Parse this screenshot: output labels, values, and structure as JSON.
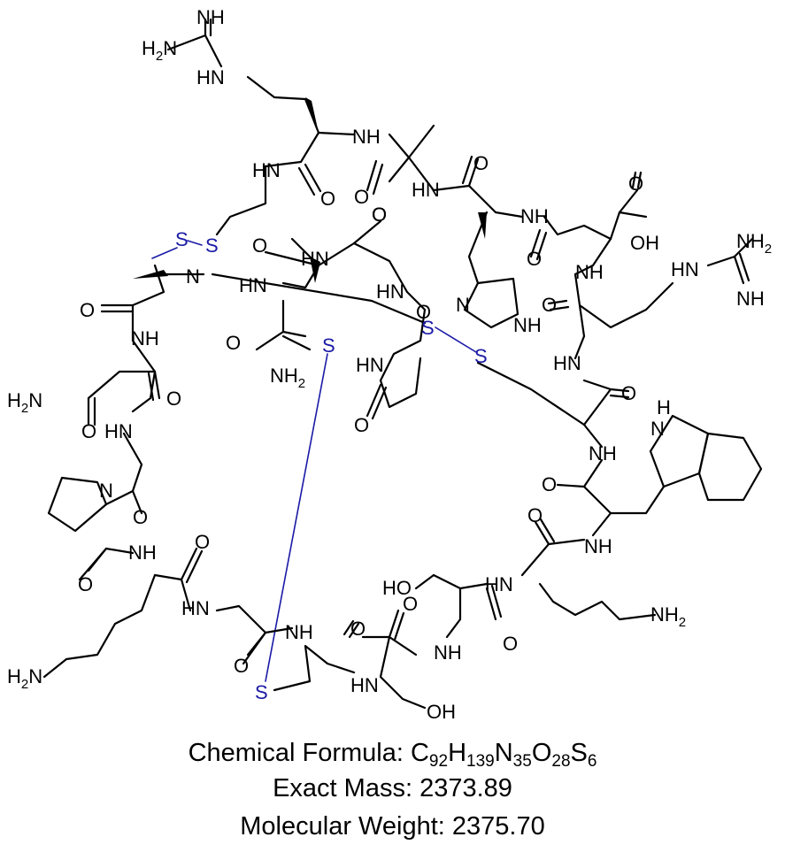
{
  "labels": {
    "formula_prefix": "Chemical Formula: ",
    "formula_elements": [
      {
        "symbol": "C",
        "count": "92"
      },
      {
        "symbol": "H",
        "count": "139"
      },
      {
        "symbol": "N",
        "count": "35"
      },
      {
        "symbol": "O",
        "count": "28"
      },
      {
        "symbol": "S",
        "count": "6"
      }
    ],
    "exact_mass_label": "Exact Mass: ",
    "exact_mass_value": "2373.89",
    "mw_label": "Molecular Weight: ",
    "mw_value": "2375.70"
  },
  "atoms": {
    "nh": "NH",
    "hn": "HN",
    "nh2": "NH",
    "h2n": "H",
    "o": "O",
    "oh": "OH",
    "ho": "HO",
    "s": "S",
    "n": "N",
    "two": "2"
  },
  "colors": {
    "bond": "#000000",
    "disulfide": "#1a1aa6"
  }
}
